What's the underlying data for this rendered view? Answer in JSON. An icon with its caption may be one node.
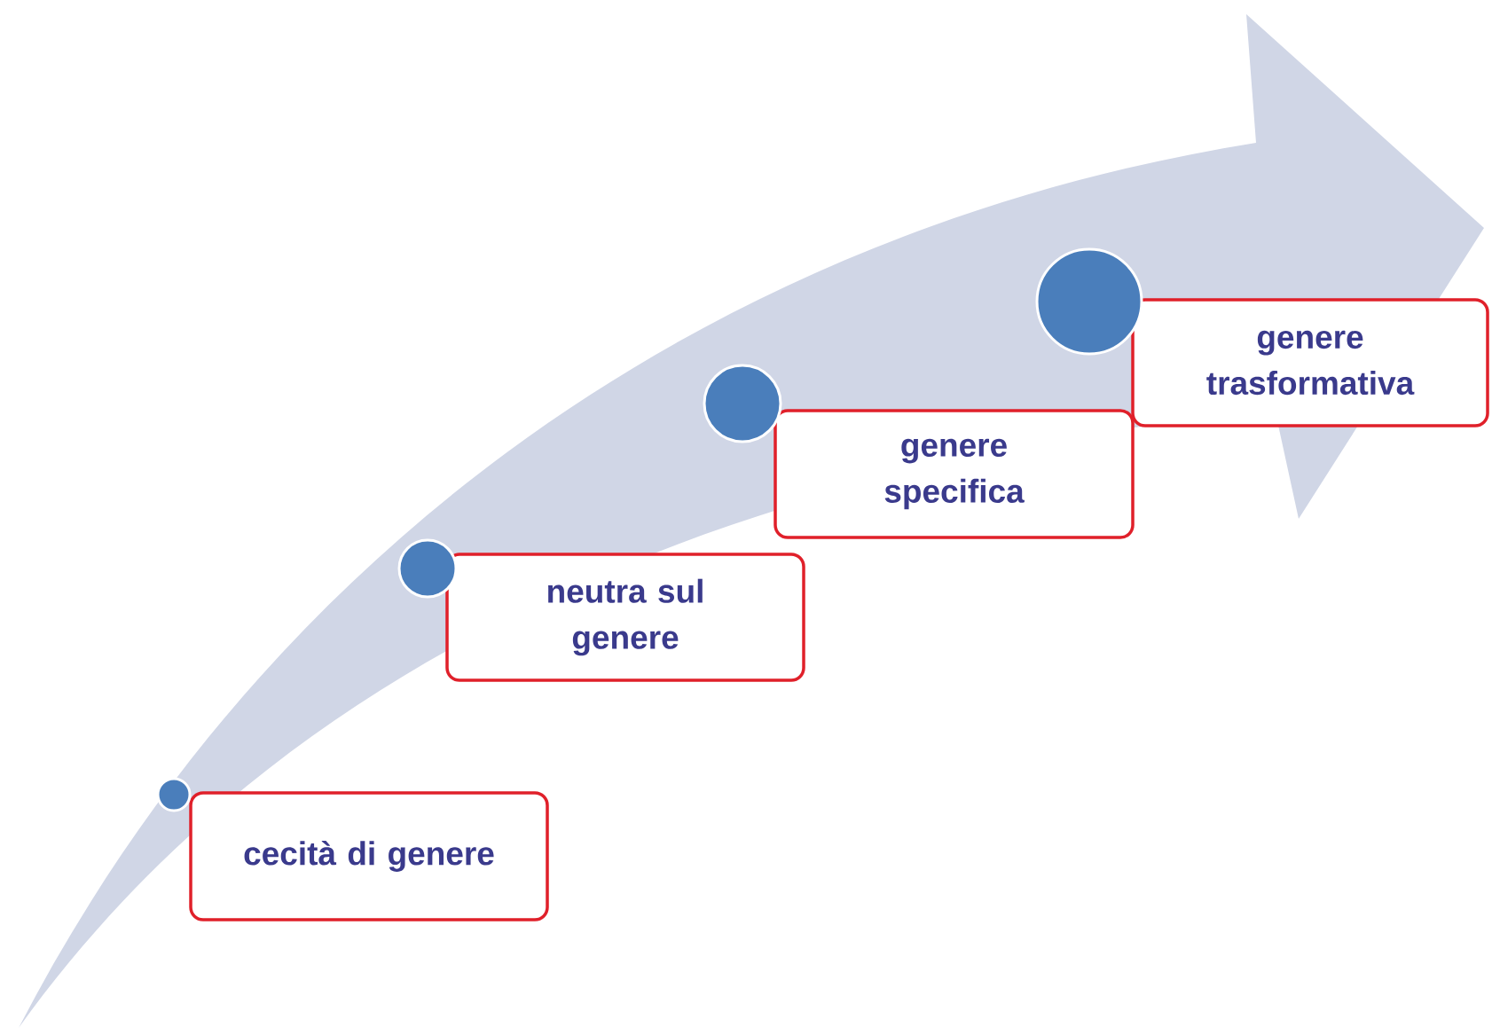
{
  "diagram": {
    "nodes": [
      {
        "text": [
          "cecità di genere"
        ]
      },
      {
        "text": [
          "neutra sul genere"
        ]
      },
      {
        "text": [
          "genere specifica"
        ]
      },
      {
        "text": [
          "genere trasformativa"
        ]
      },
      {
        "text": [],
        "shape": "circle"
      },
      {
        "text": [],
        "shape": "circle"
      },
      {
        "text": [],
        "shape": "circle"
      },
      {
        "text": [],
        "shape": "circle"
      }
    ]
  }
}
